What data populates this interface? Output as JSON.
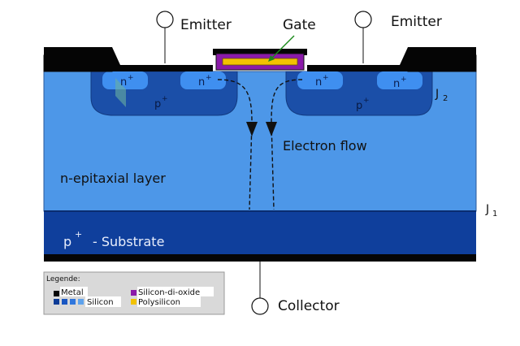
{
  "terminals": {
    "emitter_left": "Emitter",
    "emitter_right": "Emitter",
    "gate": "Gate",
    "collector": "Collector"
  },
  "regions": {
    "n_plus": "n",
    "n_plus_sup": "+",
    "p_plus": "p",
    "p_plus_sup": "+",
    "n_epitaxial": "n-epitaxial layer",
    "substrate_p": "p",
    "substrate_sup": "+",
    "substrate_rest": "- Substrate"
  },
  "junctions": {
    "j1": "J",
    "j1_sub": "1",
    "j2": "J",
    "j2_sub": "2"
  },
  "annotations": {
    "electron_flow": "Electron flow"
  },
  "legend": {
    "title": "Legende:",
    "metal": "Metal",
    "silicon": "Silicon",
    "silicon_dioxide": "Silicon-di-oxide",
    "polysilicon": "Polysilicon"
  },
  "colors": {
    "metal": "#000000",
    "oxide": "#8b1aa9",
    "polysilicon": "#f2c200",
    "n_epi": "#4d97e8",
    "p_body": "#1b4fa8",
    "n_plus": "#3f8ff0",
    "substrate": "#0f3f9c",
    "silicon_1": "#0d3b96",
    "silicon_2": "#1a57c2",
    "silicon_3": "#2f76dd",
    "silicon_4": "#5ea2ec"
  }
}
